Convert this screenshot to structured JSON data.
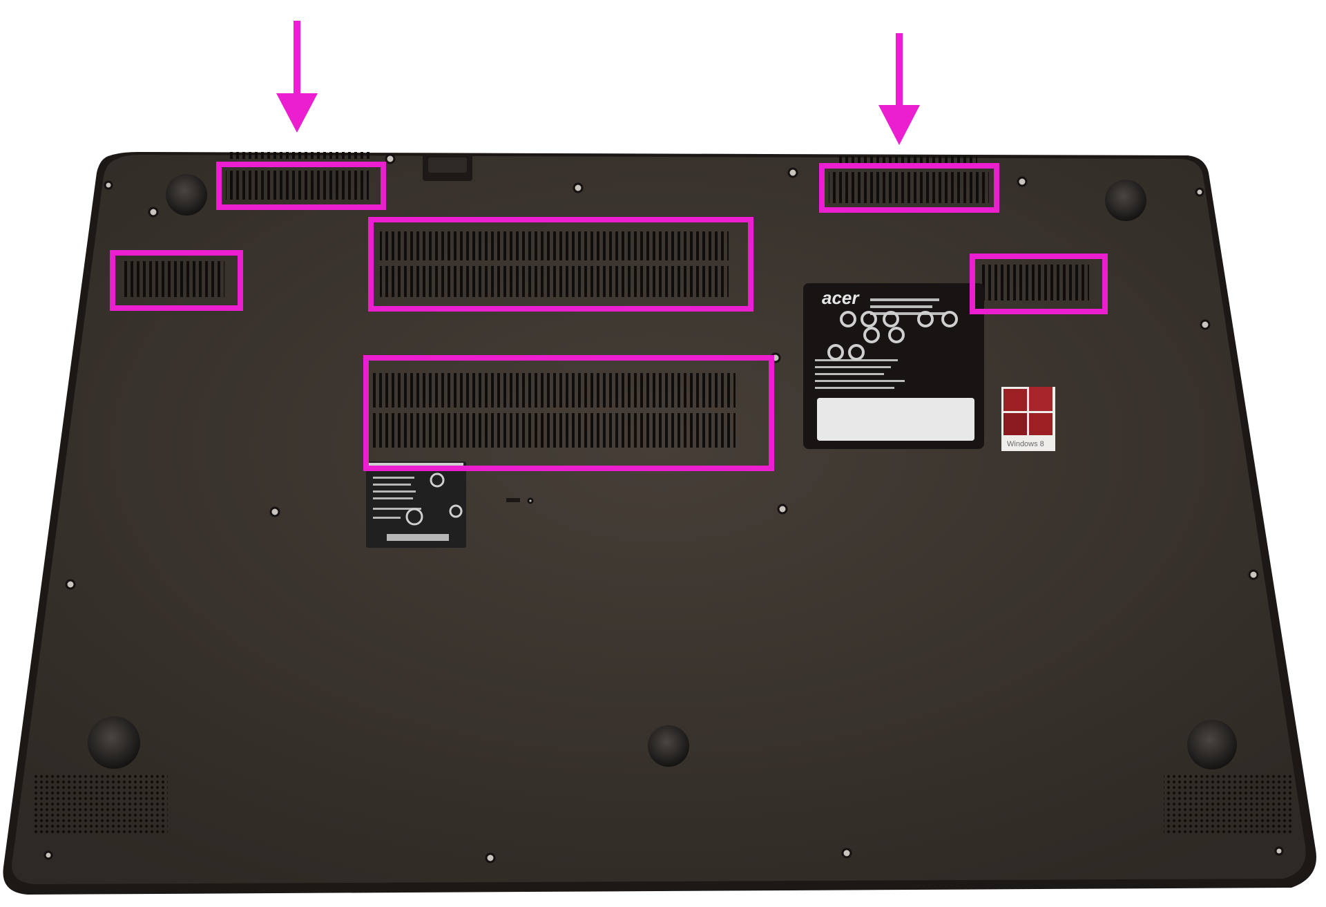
{
  "image": {
    "subject": "laptop-underside",
    "colors": {
      "background": "#ffffff",
      "chassis": "#3b342e",
      "chassis_edge": "#1f1b18",
      "vent": "#141110",
      "highlight": "#ec1fd0",
      "label": "#d9d9d9",
      "windows_tile": "#9c1f24"
    }
  },
  "labels": {
    "brand": "acer",
    "os_sticker": "Windows 8"
  },
  "annotations": {
    "arrow_count": 2,
    "highlight_box_count": 6,
    "highlighted_regions": [
      "top-left-vent",
      "top-right-vent",
      "left-side-vent",
      "right-side-vent",
      "upper-center-vent",
      "lower-center-vent"
    ]
  }
}
